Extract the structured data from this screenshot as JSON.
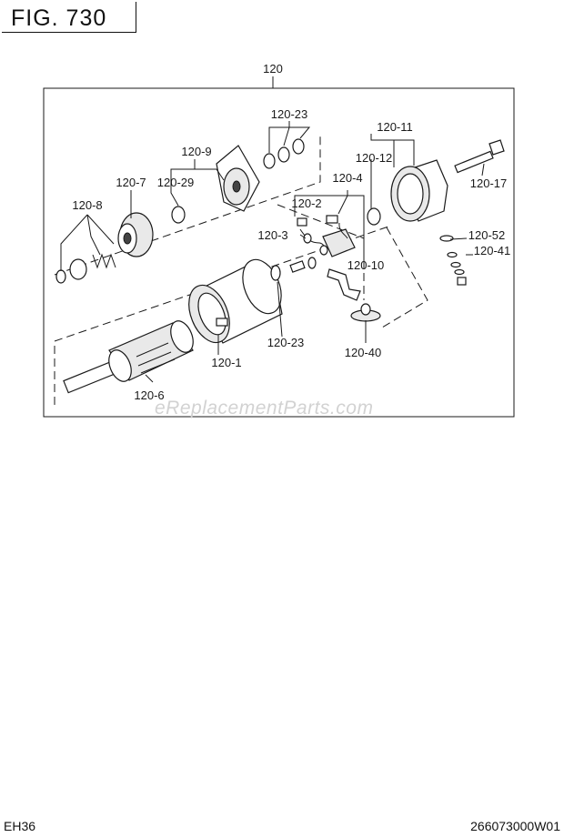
{
  "figure": {
    "title": "FIG. 730"
  },
  "callouts": {
    "assembly": "120",
    "c120_1": "120-1",
    "c120_2": "120-2",
    "c120_3": "120-3",
    "c120_4": "120-4",
    "c120_6": "120-6",
    "c120_7": "120-7",
    "c120_8": "120-8",
    "c120_9": "120-9",
    "c120_10": "120-10",
    "c120_11": "120-11",
    "c120_12": "120-12",
    "c120_17": "120-17",
    "c120_23_top": "120-23",
    "c120_23_bottom": "120-23",
    "c120_29": "120-29",
    "c120_40": "120-40",
    "c120_41": "120-41",
    "c120_52": "120-52"
  },
  "watermark": "eReplacementParts.com",
  "footer": {
    "model": "EH36",
    "part_number": "266073000W01"
  }
}
